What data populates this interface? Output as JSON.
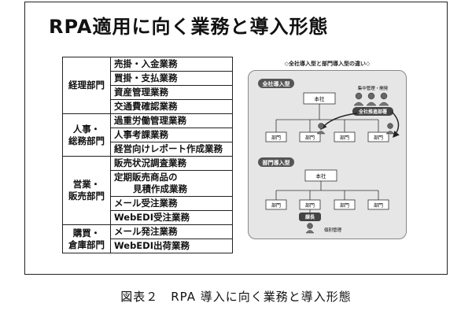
{
  "title": "RPA適用に向く業務と導入形態",
  "caption": "図表２　RPA 導入に向く業務と導入形態",
  "table": {
    "groups": [
      {
        "dept": "経理部門",
        "tasks": [
          "売掛・入金業務",
          "買掛・支払業務",
          "資産管理業務",
          "交通費確認業務"
        ]
      },
      {
        "dept_line1": "人事・",
        "dept_line2": "総務部門",
        "tasks": [
          "過重労働管理業務",
          "人事考課業務",
          "経営向けレポート作成業務"
        ]
      },
      {
        "dept_line1": "営業・",
        "dept_line2": "販売部門",
        "tasks": [
          "販売状況調査業務",
          "メール受注業務",
          "WebEDI受注業務"
        ],
        "tall_task_line1": "定期販売商品の",
        "tall_task_line2": "見積作成業務"
      },
      {
        "dept_line1": "購買・",
        "dept_line2": "倉庫部門",
        "tasks": [
          "メール発注業務",
          "WebEDI出荷業務"
        ]
      }
    ]
  },
  "diagram": {
    "panel_title": "◇全社導入型と部門導入型の違い◇",
    "top": {
      "label": "全社導入型",
      "root": "本社",
      "staff_label": "集中管理・開発",
      "promo": "全社推進部署",
      "depts": [
        "部門",
        "部門",
        "部門",
        "部門"
      ]
    },
    "bottom": {
      "label": "部門導入型",
      "root": "本社",
      "leader": "課長",
      "operator": "個別管理",
      "depts": [
        "部門",
        "部門",
        "部門",
        "部門"
      ]
    }
  }
}
